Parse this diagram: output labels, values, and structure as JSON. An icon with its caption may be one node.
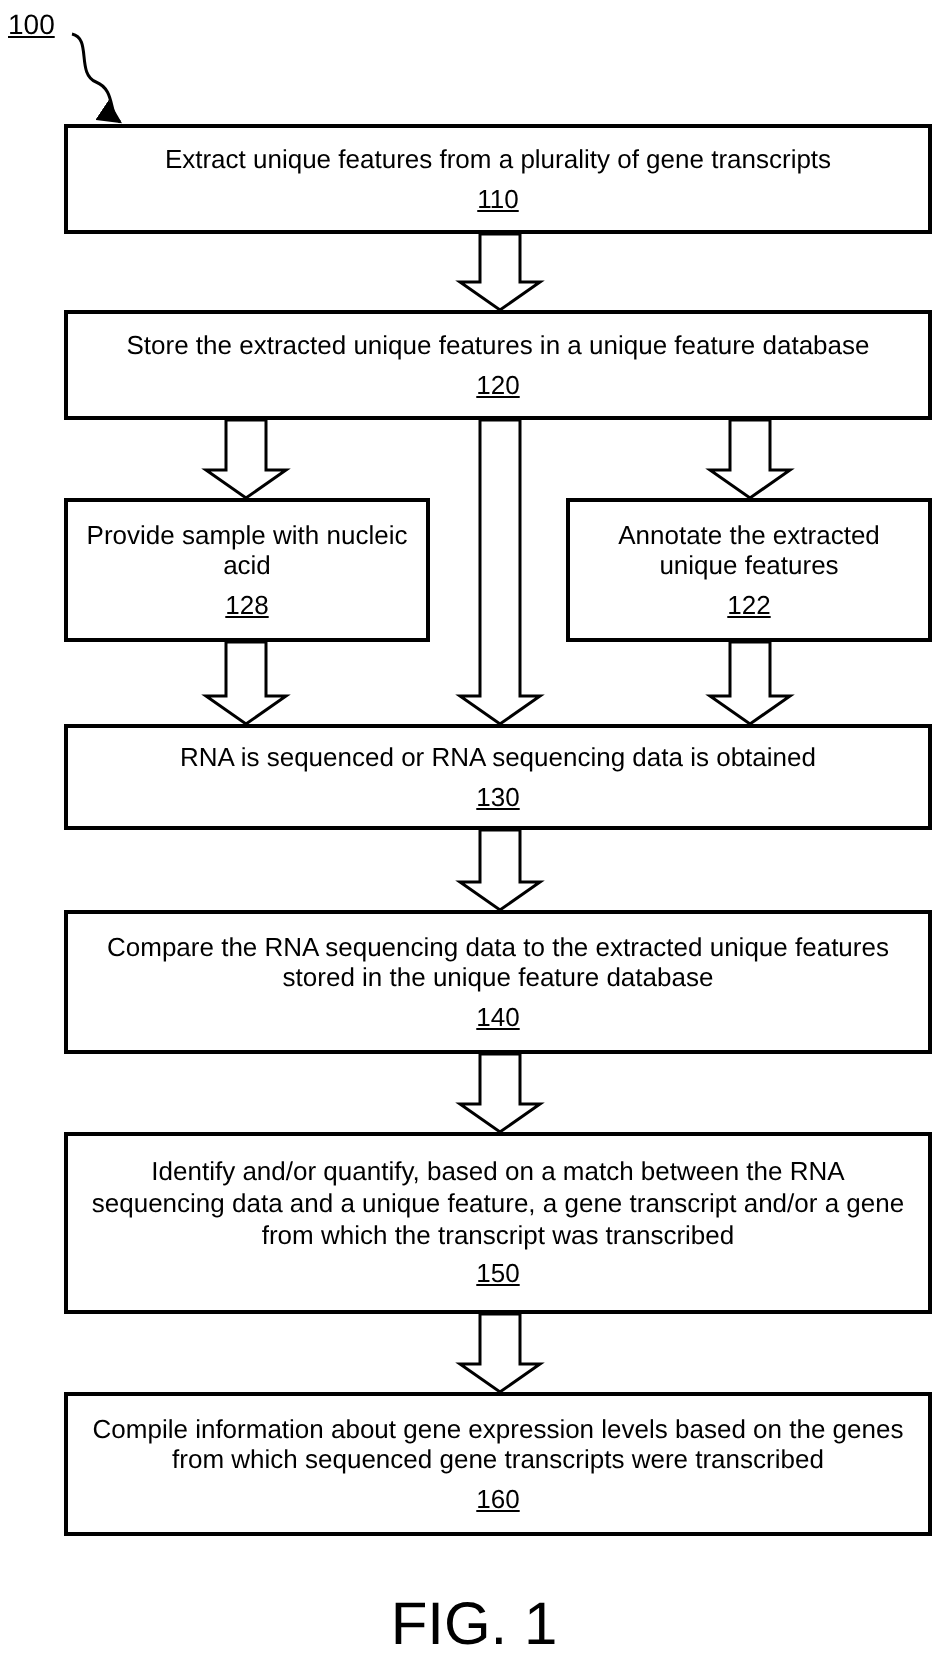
{
  "diagram": {
    "caption": "FIG. 1",
    "nodes": [
      {
        "text": [
          "100"
        ]
      },
      {
        "text": [
          "Extract unique features from a plurality of gene transcripts",
          "110"
        ]
      },
      {
        "text": [
          "Store the extracted unique features in a unique feature database",
          "120"
        ]
      },
      {
        "text": [
          "Provide sample with nucleic acid",
          "128"
        ]
      },
      {
        "text": [
          "Annotate the extracted unique features",
          "122"
        ]
      },
      {
        "text": [
          "RNA is sequenced or RNA sequencing data is obtained",
          "130"
        ]
      },
      {
        "text": [
          "Compare the RNA sequencing data to the extracted unique features stored in the unique feature database",
          "140"
        ]
      },
      {
        "text": [
          "Identify and/or quantify, based on a match between the RNA sequencing data and a unique feature, a gene transcript and/or a gene from which the transcript was transcribed",
          "150"
        ]
      },
      {
        "text": [
          "Compile information about gene expression levels based on the genes from which sequenced gene transcripts were transcribed",
          "160"
        ]
      }
    ],
    "edges": [
      {
        "from": 0,
        "to": 1,
        "arrow": "to"
      },
      {
        "from": 1,
        "to": 2,
        "arrow": "to"
      },
      {
        "from": 2,
        "to": 3,
        "arrow": "to"
      },
      {
        "from": 2,
        "to": 5,
        "arrow": "to"
      },
      {
        "from": 2,
        "to": 4,
        "arrow": "to"
      },
      {
        "from": 3,
        "to": 5,
        "arrow": "to"
      },
      {
        "from": 4,
        "to": 5,
        "arrow": "to"
      },
      {
        "from": 5,
        "to": 6,
        "arrow": "to"
      },
      {
        "from": 6,
        "to": 7,
        "arrow": "to"
      },
      {
        "from": 7,
        "to": 8,
        "arrow": "to"
      }
    ]
  }
}
